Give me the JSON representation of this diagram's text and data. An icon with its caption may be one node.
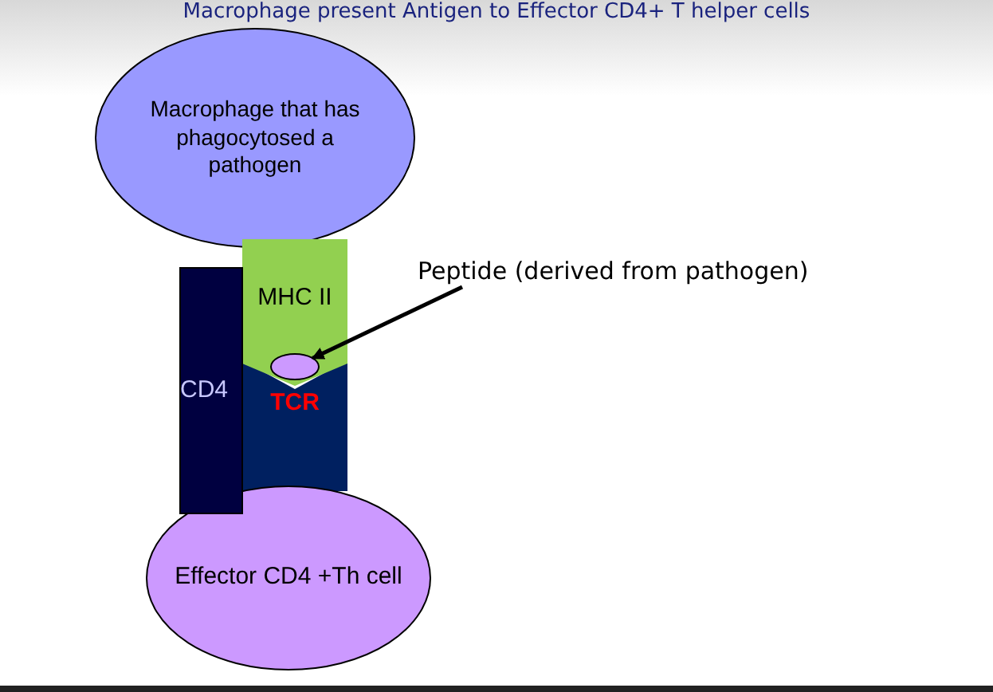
{
  "diagram": {
    "title": "Macrophage present Antigen to Effector CD4+ T helper cells",
    "nodes": [
      {
        "text": [
          "Macrophage that has phagocytosed a pathogen"
        ]
      },
      {
        "text": [
          "MHC II"
        ]
      },
      {
        "text": [
          "TCR"
        ]
      },
      {
        "text": [],
        "shape": "circle",
        "in": 1
      },
      {
        "text": [
          "Effector CD4 +Th cell"
        ]
      },
      {
        "text": [
          "CD4"
        ]
      },
      {
        "text": [
          "Peptide (derived from pathogen)"
        ]
      }
    ],
    "edges": [
      {
        "from": 6,
        "to": 3,
        "arrow": "to"
      }
    ]
  }
}
